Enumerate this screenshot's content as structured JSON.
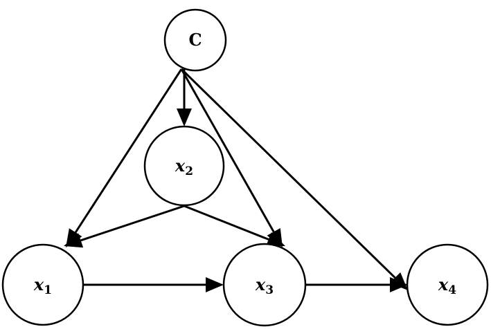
{
  "nodes": [
    {
      "id": "C",
      "label": "C",
      "sub": ""
    },
    {
      "id": "x2",
      "label": "x",
      "sub": "2"
    },
    {
      "id": "x1",
      "label": "x",
      "sub": "1"
    },
    {
      "id": "x3",
      "label": "x",
      "sub": "3"
    },
    {
      "id": "x4",
      "label": "x",
      "sub": "4"
    }
  ],
  "edges": [
    {
      "from": "C",
      "to": "x2"
    },
    {
      "from": "C",
      "to": "x1"
    },
    {
      "from": "C",
      "to": "x3"
    },
    {
      "from": "C",
      "to": "x4"
    },
    {
      "from": "x2",
      "to": "x1"
    },
    {
      "from": "x2",
      "to": "x3"
    },
    {
      "from": "x1",
      "to": "x3"
    },
    {
      "from": "x3",
      "to": "x4"
    }
  ]
}
